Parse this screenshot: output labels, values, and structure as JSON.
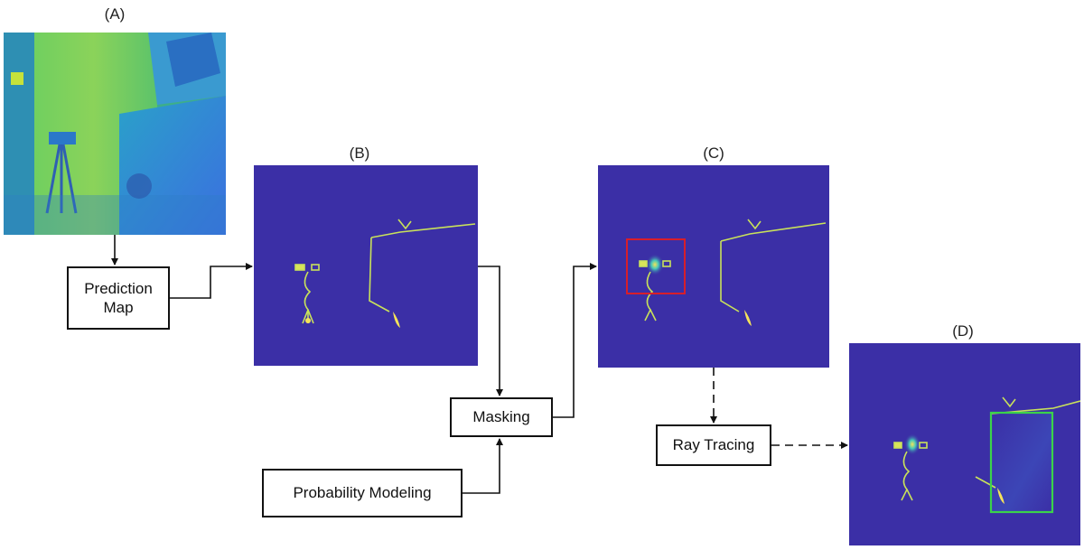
{
  "panels": {
    "a": {
      "label": "(A)"
    },
    "b": {
      "label": "(B)"
    },
    "c": {
      "label": "(C)"
    },
    "d": {
      "label": "(D)"
    }
  },
  "nodes": {
    "prediction_map": "Prediction\nMap",
    "masking": "Masking",
    "probability_modeling": "Probability Modeling",
    "ray_tracing": "Ray Tracing"
  },
  "colors": {
    "map_background": "#3b2fa6",
    "depth_green": "#7fd15a",
    "depth_blue": "#2f86d6",
    "highlight_yellow": "#f5e35a",
    "detection_box_red": "#d81e2a",
    "detection_box_green": "#3bd34a",
    "edge_color": "#111111"
  },
  "edges": [
    {
      "from": "A",
      "to": "Prediction Map",
      "style": "solid"
    },
    {
      "from": "Prediction Map",
      "to": "B",
      "style": "solid"
    },
    {
      "from": "B",
      "to": "Masking",
      "style": "solid"
    },
    {
      "from": "Probability Modeling",
      "to": "Masking",
      "style": "solid"
    },
    {
      "from": "Masking",
      "to": "C",
      "style": "solid"
    },
    {
      "from": "C",
      "to": "Ray Tracing",
      "style": "dashed"
    },
    {
      "from": "Ray Tracing",
      "to": "D",
      "style": "dashed"
    }
  ]
}
